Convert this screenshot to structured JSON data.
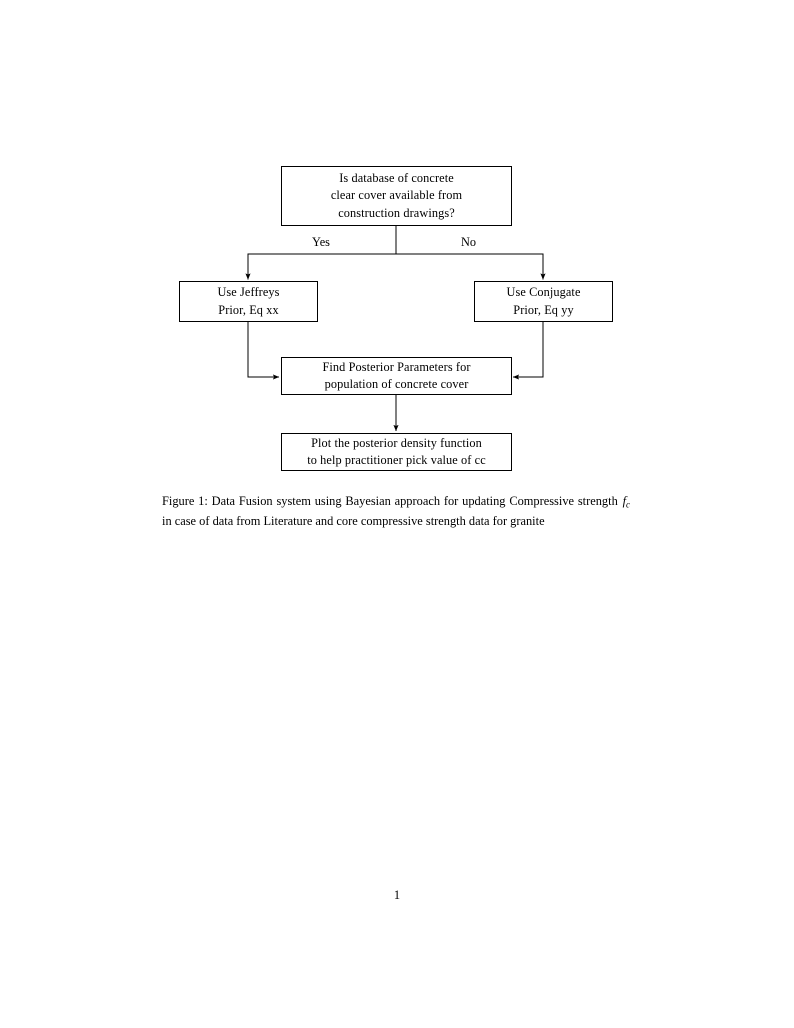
{
  "document": {
    "page_number": "1",
    "background_color": "#ffffff",
    "text_color": "#000000"
  },
  "figure": {
    "caption_prefix": "Figure 1:",
    "caption_text_before_math": " Data Fusion system using Bayesian approach for updating Compressive strength ",
    "caption_math_base": "f",
    "caption_math_sub": "c",
    "caption_text_after_math": " in case of data from Literature and core compressive strength data for granite",
    "flowchart": {
      "nodes": [
        {
          "id": "decision-database",
          "name": "decision-node-database-available",
          "lines": [
            "Is database of concrete",
            "clear cover available from",
            "construction drawings?"
          ]
        },
        {
          "id": "jeffreys-prior",
          "name": "process-node-jeffreys-prior",
          "lines": [
            "Use Jeffreys",
            "Prior, Eq xx"
          ]
        },
        {
          "id": "conjugate-prior",
          "name": "process-node-conjugate-prior",
          "lines": [
            "Use Conjugate",
            "Prior, Eq yy"
          ]
        },
        {
          "id": "posterior-parameters",
          "name": "process-node-find-posterior-parameters",
          "lines": [
            "Find Posterior Parameters for",
            "population of concrete cover"
          ]
        },
        {
          "id": "plot-density",
          "name": "process-node-plot-posterior-density",
          "lines": [
            "Plot the posterior density function",
            "to help practitioner pick value of cc"
          ]
        }
      ],
      "edge_labels": [
        {
          "id": "yes",
          "label": "Yes"
        },
        {
          "id": "no",
          "label": "No"
        }
      ],
      "line_color": "#000000"
    }
  }
}
